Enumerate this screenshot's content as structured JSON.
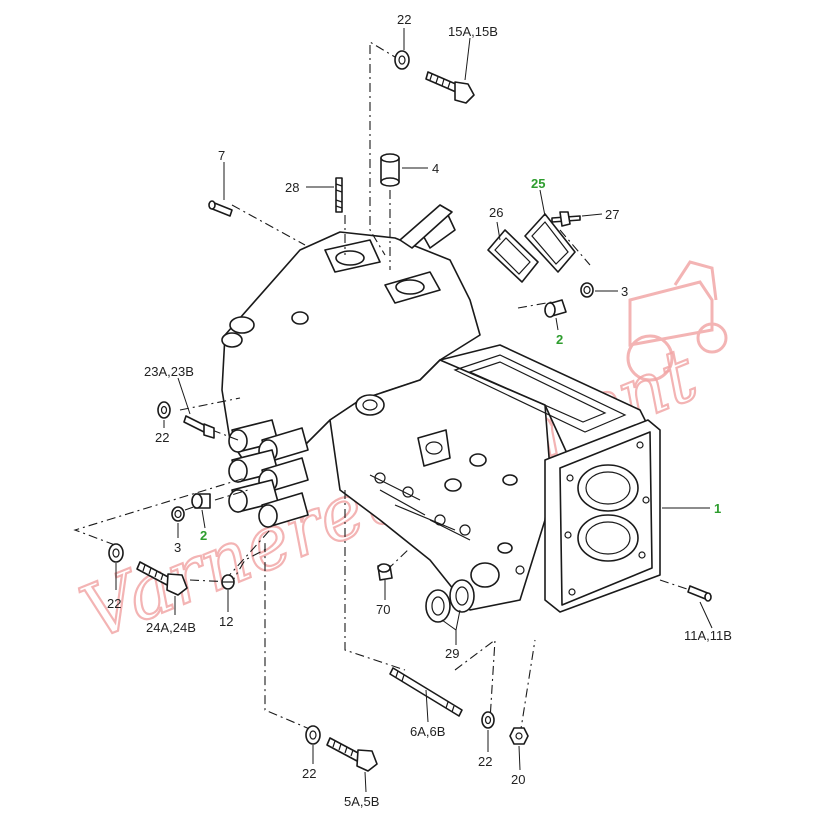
{
  "watermark": {
    "text": "Varnerequipment",
    "color": "#f2a7a7"
  },
  "labels": {
    "l1": "1",
    "l2a": "2",
    "l2b": "2",
    "l3a": "3",
    "l3b": "3",
    "l4": "4",
    "l5": "5A,5B",
    "l6": "6A,6B",
    "l7": "7",
    "l11": "11A,11B",
    "l12": "12",
    "l15": "15A,15B",
    "l20": "20",
    "l22a": "22",
    "l22b": "22",
    "l22c": "22",
    "l22d": "22",
    "l22e": "22",
    "l23": "23A,23B",
    "l24": "24A,24B",
    "l25": "25",
    "l26": "26",
    "l27": "27",
    "l28": "28",
    "l29": "29",
    "l70": "70"
  },
  "colors": {
    "highlight": "#2e9d2e",
    "line": "#1a1a1a",
    "watermark": "#f2a7a7"
  }
}
